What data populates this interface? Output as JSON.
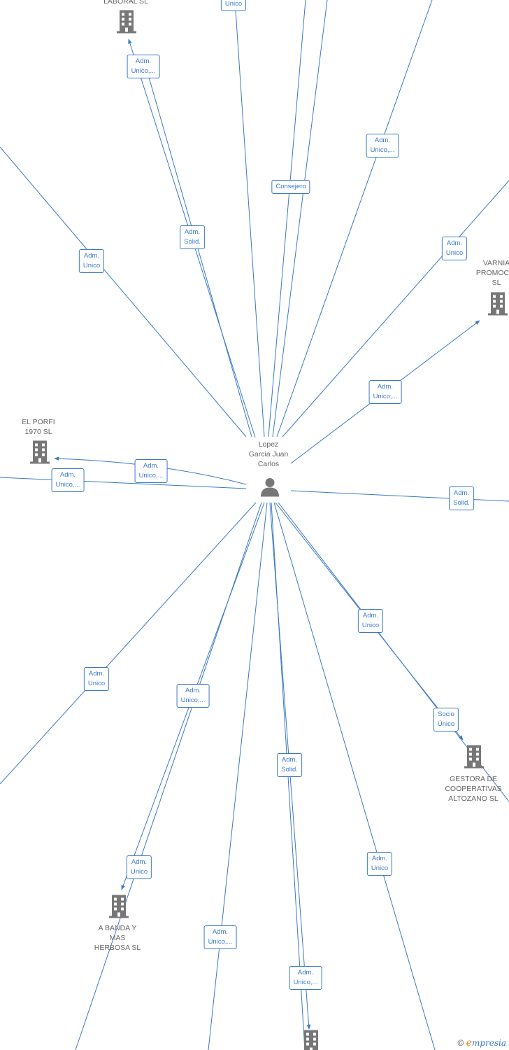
{
  "center": {
    "name": "Lopez\nGarcia Juan\nCarlos",
    "icon": "person-icon"
  },
  "companies": [
    {
      "id": "laboral",
      "name": "LABORAL  SL",
      "icon": "building-icon"
    },
    {
      "id": "varnia",
      "name": "VARNIA\nPROMOCIO\nSL",
      "icon": "building-icon"
    },
    {
      "id": "elporfi",
      "name": "EL PORFI\n1970  SL",
      "icon": "building-icon"
    },
    {
      "id": "gestora",
      "name": "GESTORA DE\nCOOPERATIVAS\nALTOZANO SL",
      "icon": "building-icon"
    },
    {
      "id": "abanda",
      "name": "A BANDA Y\nMAS\nHERBOSA  SL",
      "icon": "building-icon"
    },
    {
      "id": "bottom",
      "name": "",
      "icon": "building-icon"
    }
  ],
  "relations": [
    "Unico",
    "Adm.\nUnico,...",
    "Adm.\nUnico,...",
    "Consejero",
    "Adm.\nSolid.",
    "Adm.\nUnico",
    "Adm.\nUnico",
    "Adm.\nUnico,...",
    "Adm.\nUnico,...",
    "Adm.\nUnico,...",
    "Adm.\nSolid.",
    "Adm.\nUnico",
    "Socio\nÚnico",
    "Adm.\nUnico",
    "Adm.\nUnico,...",
    "Adm.\nSolid.",
    "Adm.\nUnico",
    "Adm.\nUnico",
    "Adm.\nUnico,...",
    "Adm.\nUnico,..."
  ],
  "footer": {
    "copyright": "©",
    "brand_first": "e",
    "brand_rest": "mpresia"
  },
  "colors": {
    "edge": "#3a78c8",
    "node_text": "#666666",
    "icon": "#777777"
  }
}
